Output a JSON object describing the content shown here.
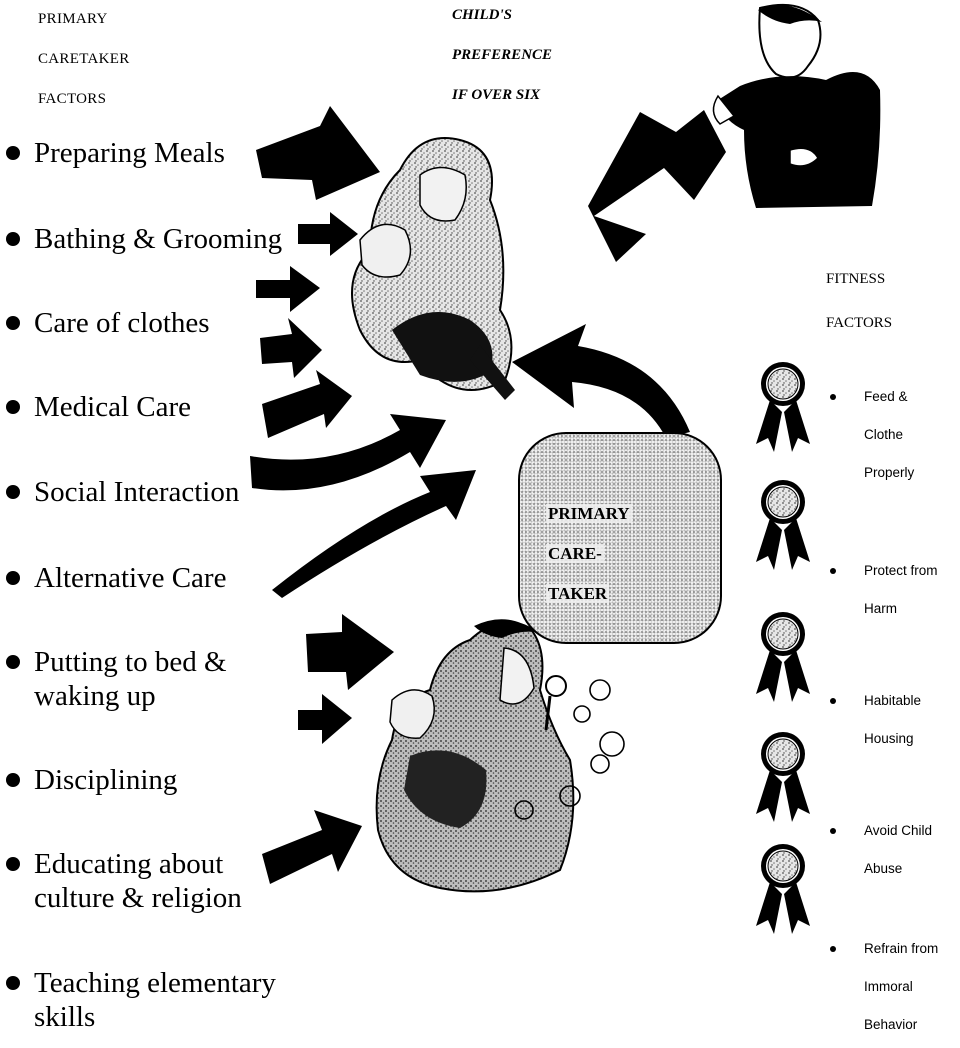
{
  "headers": {
    "primary_caretaker_factors": [
      "PRIMARY",
      "CARETAKER",
      "FACTORS"
    ],
    "childs_preference": [
      "CHILD'S",
      "PREFERENCE",
      "IF OVER SIX"
    ],
    "fitness_factors": [
      "FITNESS",
      "FACTORS"
    ]
  },
  "caretaker_factors": [
    "Preparing Meals",
    "Bathing & Grooming",
    "Care of clothes",
    "Medical Care",
    "Social Interaction",
    "Alternative Care",
    "Putting to bed &\nwaking up",
    "Disciplining",
    "Educating about\nculture & religion",
    "Teaching elementary\nskills"
  ],
  "center_box": [
    "PRIMARY",
    "CARE-",
    "TAKER"
  ],
  "fitness_factors": [
    "Feed &\nClothe\nProperly",
    "Protect from\nHarm",
    "Habitable\nHousing",
    "Avoid Child\nAbuse",
    "Refrain from\nImmoral\nBehavior"
  ],
  "colors": {
    "ink": "#000000",
    "box_fill": "#eeeeee",
    "paper": "#ffffff"
  },
  "icons": [
    "mother-with-baby-illustration",
    "father-with-child-illustration",
    "child-figure-illustration",
    "award-ribbon-icon",
    "arrow-icon"
  ]
}
